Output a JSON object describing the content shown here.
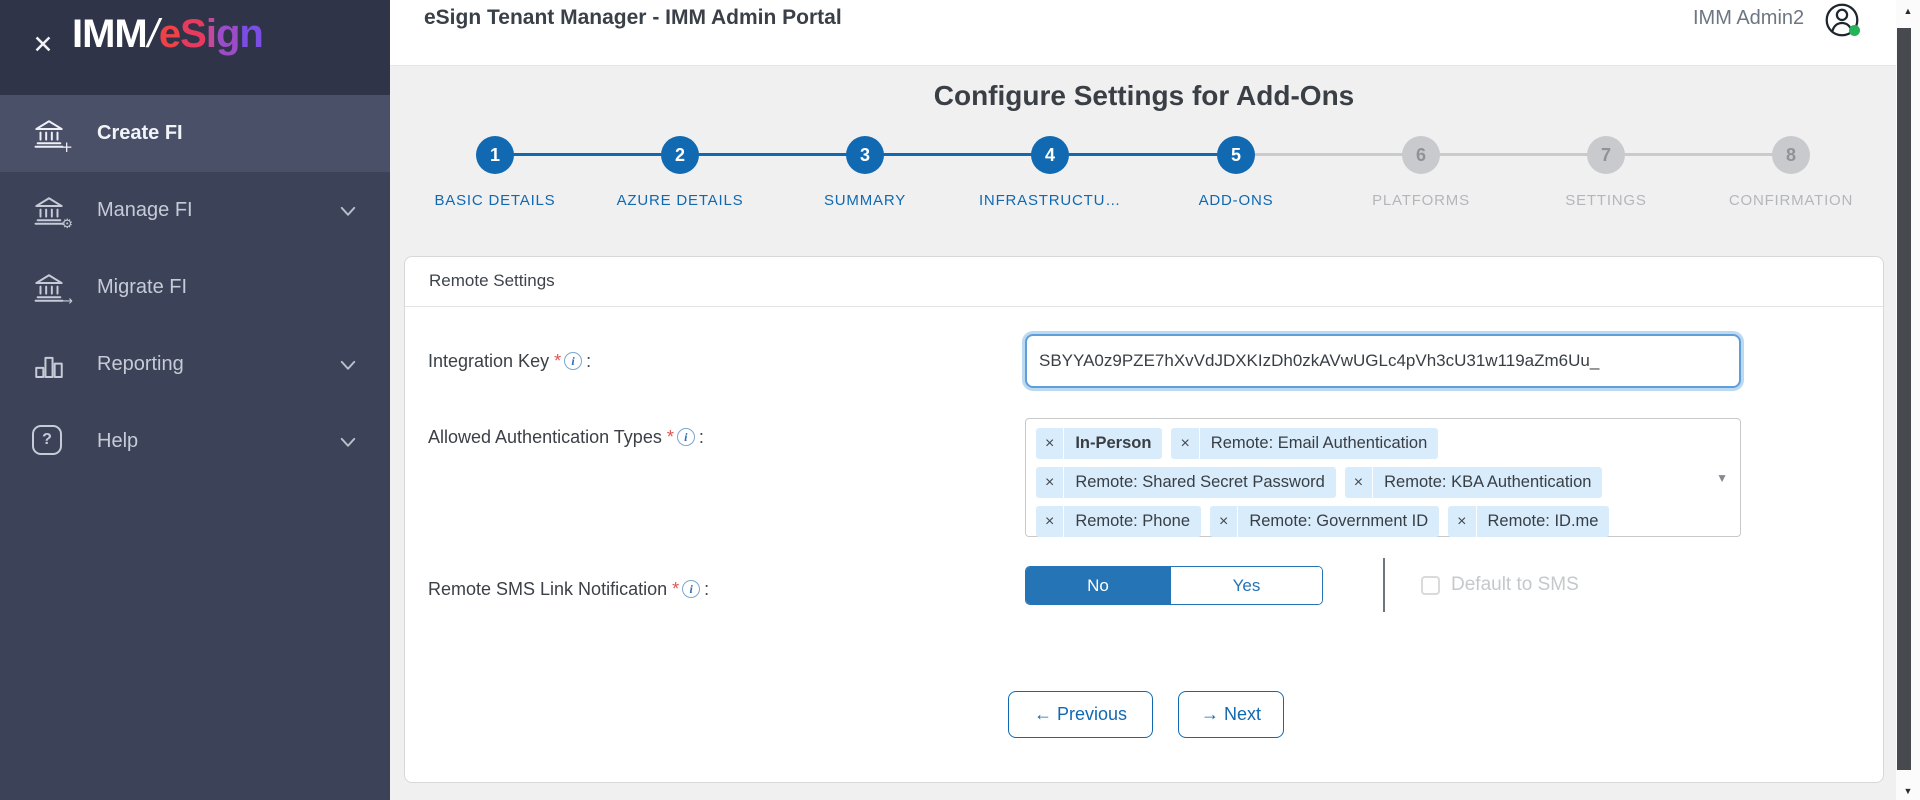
{
  "icons": {
    "close": "✕",
    "remove": "×",
    "caret_down": "▼",
    "scroll_up": "▲",
    "scroll_down": "▼",
    "arrow_left": "←",
    "arrow_right": "→",
    "info": "i",
    "asterisk": "*",
    "colon": ":",
    "help": "?",
    "plus": "+",
    "gear": "⚙",
    "migrate_arrow": "→"
  },
  "colors": {
    "primary_blue": "#1169b1",
    "toggle_blue": "#2474b6",
    "tag_background": "#d9ecfb",
    "sidebar_background": "#3c4257",
    "presence_green": "#22b457"
  },
  "sidebar": {
    "logo_prefix": "IMM",
    "logo_slash": "/",
    "logo_e": "e",
    "logo_s": "S",
    "logo_i": "i",
    "logo_g": "g",
    "logo_n": "n",
    "items": [
      {
        "label": "Create FI"
      },
      {
        "label": "Manage FI"
      },
      {
        "label": "Migrate FI"
      },
      {
        "label": "Reporting"
      },
      {
        "label": "Help"
      }
    ]
  },
  "topbar": {
    "title": "eSign Tenant Manager - IMM Admin Portal",
    "user_name": "IMM Admin2"
  },
  "wizard": {
    "title": "Configure Settings for Add-Ons",
    "steps": [
      {
        "num": "1",
        "label": "BASIC DETAILS"
      },
      {
        "num": "2",
        "label": "AZURE DETAILS"
      },
      {
        "num": "3",
        "label": "SUMMARY"
      },
      {
        "num": "4",
        "label": "INFRASTRUCTU…"
      },
      {
        "num": "5",
        "label": "ADD-ONS"
      },
      {
        "num": "6",
        "label": "PLATFORMS"
      },
      {
        "num": "7",
        "label": "SETTINGS"
      },
      {
        "num": "8",
        "label": "CONFIRMATION"
      }
    ]
  },
  "form": {
    "section_title": "Remote Settings",
    "integration_key": {
      "label": "Integration Key",
      "value": "SBYYA0z9PZE7hXvVdJDXKIzDh0zkAVwUGLc4pVh3cU31w119aZm6Uu_"
    },
    "auth_types": {
      "label": "Allowed Authentication Types",
      "rows": [
        [
          "In-Person",
          "Remote: Email Authentication"
        ],
        [
          "Remote: Shared Secret Password",
          "Remote: KBA Authentication"
        ],
        [
          "Remote: Phone",
          "Remote: Government ID",
          "Remote: ID.me"
        ]
      ]
    },
    "sms": {
      "label": "Remote SMS Link Notification",
      "no": "No",
      "yes": "Yes",
      "selected": "No",
      "checkbox_label": "Default to SMS"
    },
    "nav": {
      "previous": "Previous",
      "next": "Next"
    }
  }
}
